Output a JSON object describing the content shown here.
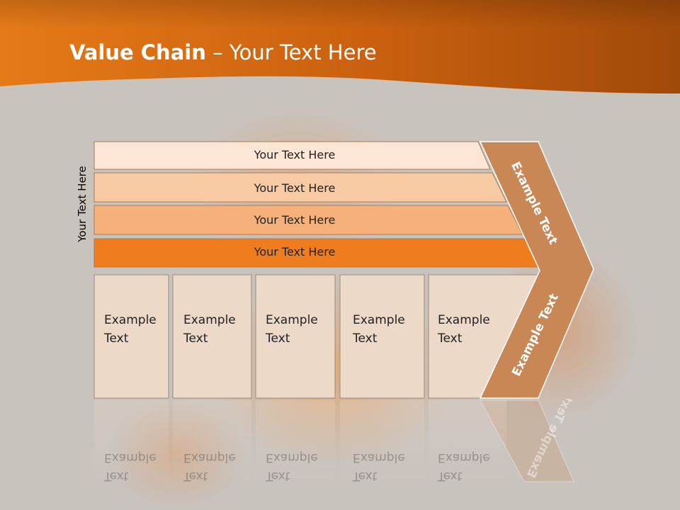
{
  "slide": {
    "title_bold": "Value Chain",
    "title_rest": " – Your Text Here",
    "side_label": "Your Text Here",
    "bars": [
      {
        "label": "Your Text Here",
        "color": "#fde6d6"
      },
      {
        "label": "Your Text Here",
        "color": "#f9cba4"
      },
      {
        "label": "Your Text Here",
        "color": "#f6b17a"
      },
      {
        "label": "Your Text Here",
        "color": "#ef7d1e"
      }
    ],
    "boxes": [
      {
        "line1": "Example",
        "line2": "Text"
      },
      {
        "line1": "Example",
        "line2": "Text"
      },
      {
        "line1": "Example",
        "line2": "Text"
      },
      {
        "line1": "Example",
        "line2": "Text"
      },
      {
        "line1": "Example",
        "line2": "Text"
      }
    ],
    "arrow_labels": {
      "upper": "Example Text",
      "lower": "Example Text"
    },
    "colors": {
      "header": "#e0761c",
      "box_fill": "#ecd9c8",
      "arrow_fill": "#c88754",
      "background": "#c9c3be"
    }
  }
}
